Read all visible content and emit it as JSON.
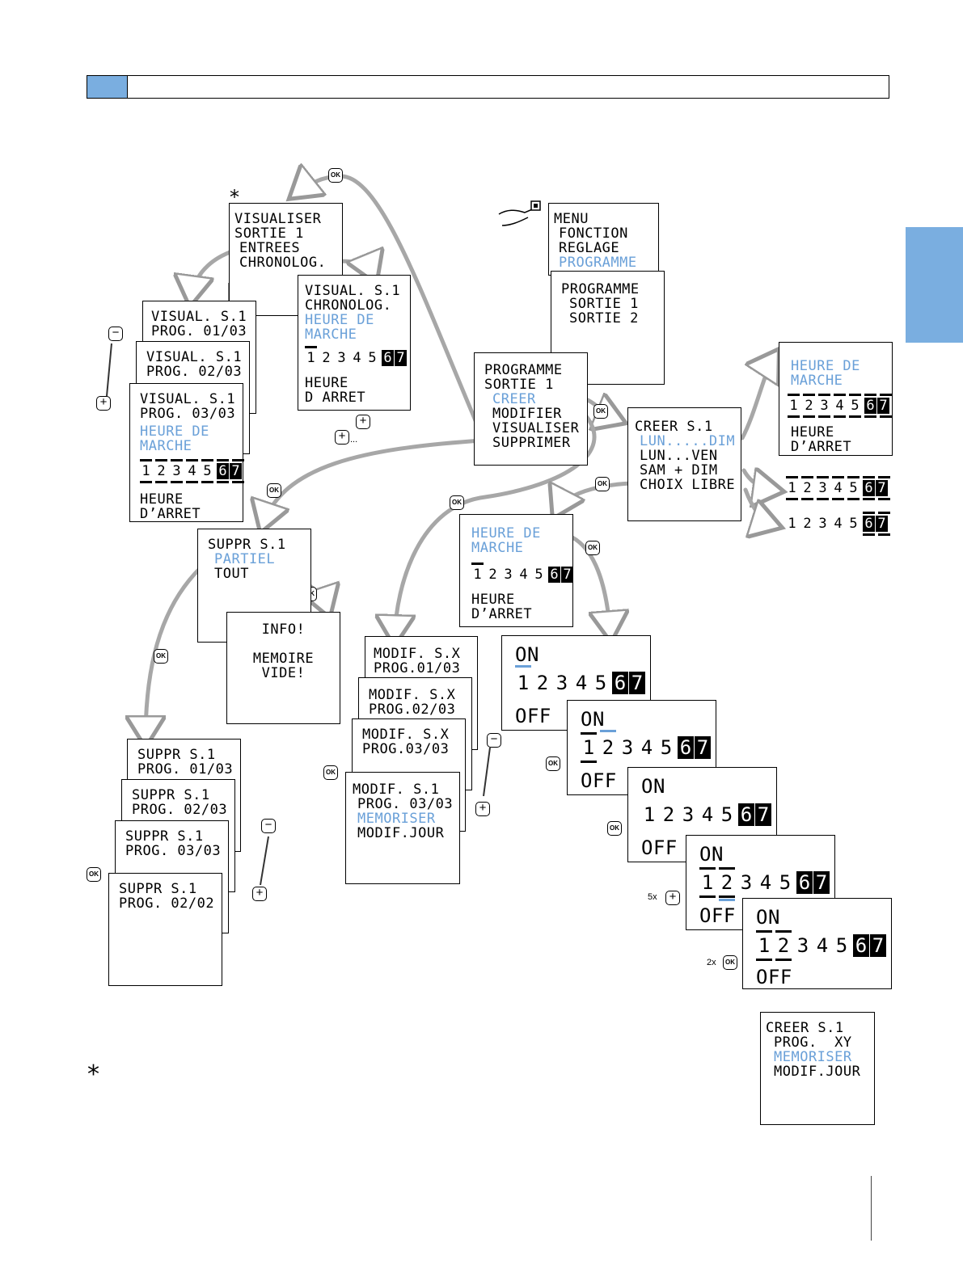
{
  "tab_color": "#7aaee0",
  "highlight_color": "#6aa0d8",
  "asterisk": "*",
  "buttons": {
    "ok": "OK",
    "plus": "+",
    "minus": "−",
    "plus_dots": "..."
  },
  "repeat": {
    "x5": "5x",
    "x2": "2x"
  },
  "days": [
    "1",
    "2",
    "3",
    "4",
    "5",
    "6",
    "7"
  ],
  "menu": {
    "l1": "MENU",
    "l2": "FONCTION",
    "l3": "REGLAGE",
    "l4": "PROGRAMME"
  },
  "programme": {
    "l1": "PROGRAMME",
    "l2": "SORTIE 1",
    "l3": "SORTIE 2"
  },
  "prog_sortie": {
    "l1": "PROGRAMME",
    "l2": "SORTIE 1",
    "l3": "CREER",
    "l4": "MODIFIER",
    "l5": "VISUALISER",
    "l6": "SUPPRIMER"
  },
  "visualiser": {
    "l1": "VISUALISER",
    "l2": "SORTIE 1",
    "l3": "ENTREES",
    "l4": "CHRONOLOG."
  },
  "visual_chrono": {
    "l1": "VISUAL. S.1",
    "l2": "CHRONOLOG.",
    "l3": "HEURE DE",
    "l4": "MARCHE",
    "l5": "HEURE",
    "l6": "D ARRET"
  },
  "visual_stack": [
    {
      "l1": "VISUAL. S.1",
      "l2": "PROG. 01/03"
    },
    {
      "l1": "VISUAL. S.1",
      "l2": "PROG. 02/03"
    },
    {
      "l1": "VISUAL. S.1",
      "l2": "PROG. 03/03",
      "l3": "HEURE DE",
      "l4": "MARCHE",
      "l5": "HEURE",
      "l6": "D’ARRET"
    }
  ],
  "creer": {
    "l1": "CREER S.1",
    "l2": "LUN.....DIM",
    "l3": "LUN...VEN",
    "l4": "SAM + DIM",
    "l5": "CHOIX LIBRE"
  },
  "creer_result": {
    "l1": "HEURE DE",
    "l2": "MARCHE",
    "l3": "HEURE",
    "l4": "D’ARRET"
  },
  "heure_marche": {
    "l1": "HEURE DE",
    "l2": "MARCHE",
    "l3": "HEURE",
    "l4": "D’ARRET"
  },
  "suppr": {
    "l1": "SUPPR S.1",
    "l2": "PARTIEL",
    "l3": "TOUT"
  },
  "info": {
    "l1": "INFO!",
    "l2": "MEMOIRE",
    "l3": "VIDE!"
  },
  "suppr_stack": [
    {
      "l1": "SUPPR S.1",
      "l2": "PROG. 01/03"
    },
    {
      "l1": "SUPPR S.1",
      "l2": "PROG. 02/03"
    },
    {
      "l1": "SUPPR S.1",
      "l2": "PROG. 03/03"
    },
    {
      "l1": "SUPPR S.1",
      "l2": "PROG. 02/02"
    }
  ],
  "modif_stack": [
    {
      "l1": "MODIF. S.X",
      "l2": "PROG.01/03"
    },
    {
      "l1": "MODIF. S.X",
      "l2": "PROG.02/03"
    },
    {
      "l1": "MODIF. S.X",
      "l2": "PROG.03/03"
    },
    {
      "l1": "MODIF. S.1",
      "l2": "PROG. 03/03",
      "l3": "MEMORISER",
      "l4": "MODIF.JOUR"
    }
  ],
  "onoff": {
    "on": "ON",
    "off": "OFF"
  },
  "final": {
    "l1": "CREER S.1",
    "l2": "PROG.  XY",
    "l3": "MEMORISER",
    "l4": "MODIF.JOUR"
  }
}
